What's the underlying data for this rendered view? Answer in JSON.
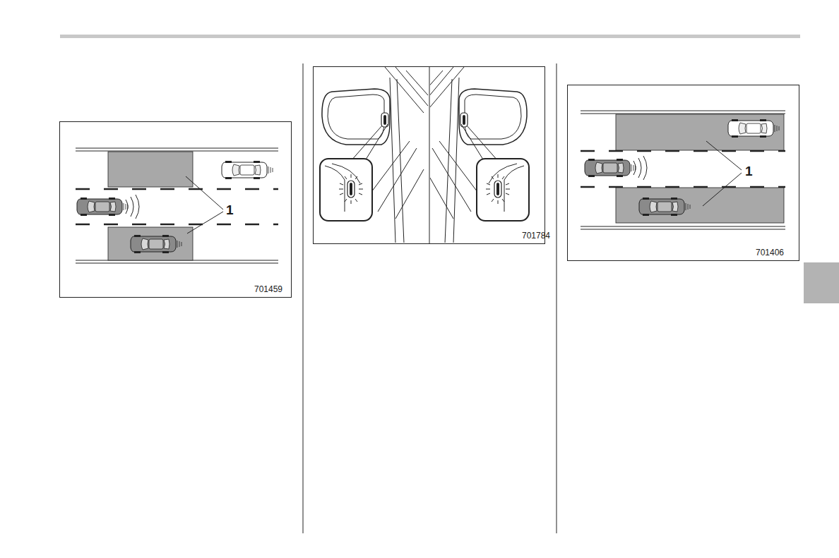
{
  "diagram": {
    "labels": [
      "1",
      "701459",
      "701784",
      "1",
      "701406"
    ]
  }
}
